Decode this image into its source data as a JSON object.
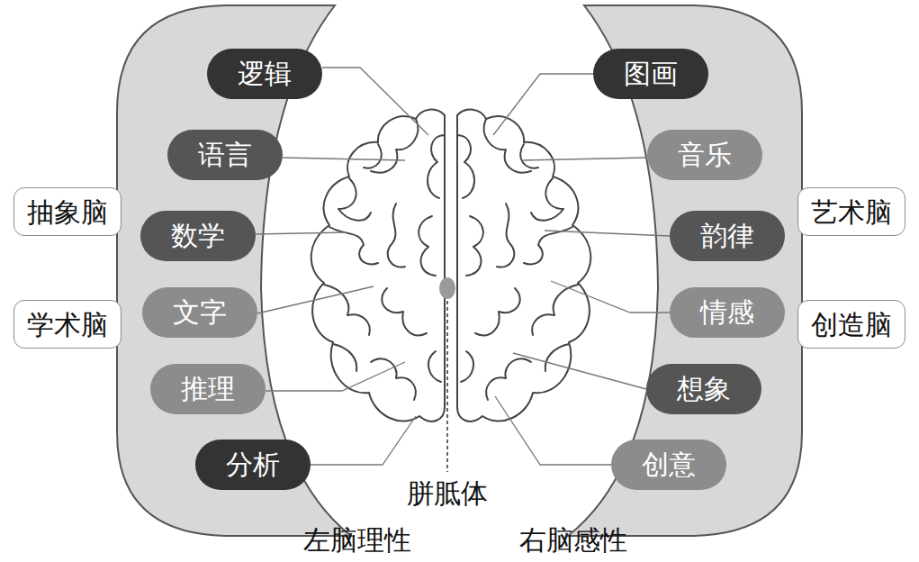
{
  "diagram": {
    "nodes": [
      {
        "text": [
          "逻辑"
        ]
      },
      {
        "text": [
          "语言"
        ]
      },
      {
        "text": [
          "数学"
        ]
      },
      {
        "text": [
          "文字"
        ]
      },
      {
        "text": [
          "推理"
        ]
      },
      {
        "text": [
          "分析"
        ]
      },
      {
        "text": [
          "抽象脑"
        ]
      },
      {
        "text": [
          "学术脑"
        ]
      },
      {
        "text": [
          "图画"
        ]
      },
      {
        "text": [
          "音乐"
        ]
      },
      {
        "text": [
          "韵律"
        ]
      },
      {
        "text": [
          "情感"
        ]
      },
      {
        "text": [
          "想象"
        ]
      },
      {
        "text": [
          "创意"
        ]
      },
      {
        "text": [
          "艺术脑"
        ]
      },
      {
        "text": [
          "创造脑"
        ]
      }
    ],
    "labels": [
      "胼胝体",
      "左脑理性",
      "右脑感性"
    ]
  }
}
